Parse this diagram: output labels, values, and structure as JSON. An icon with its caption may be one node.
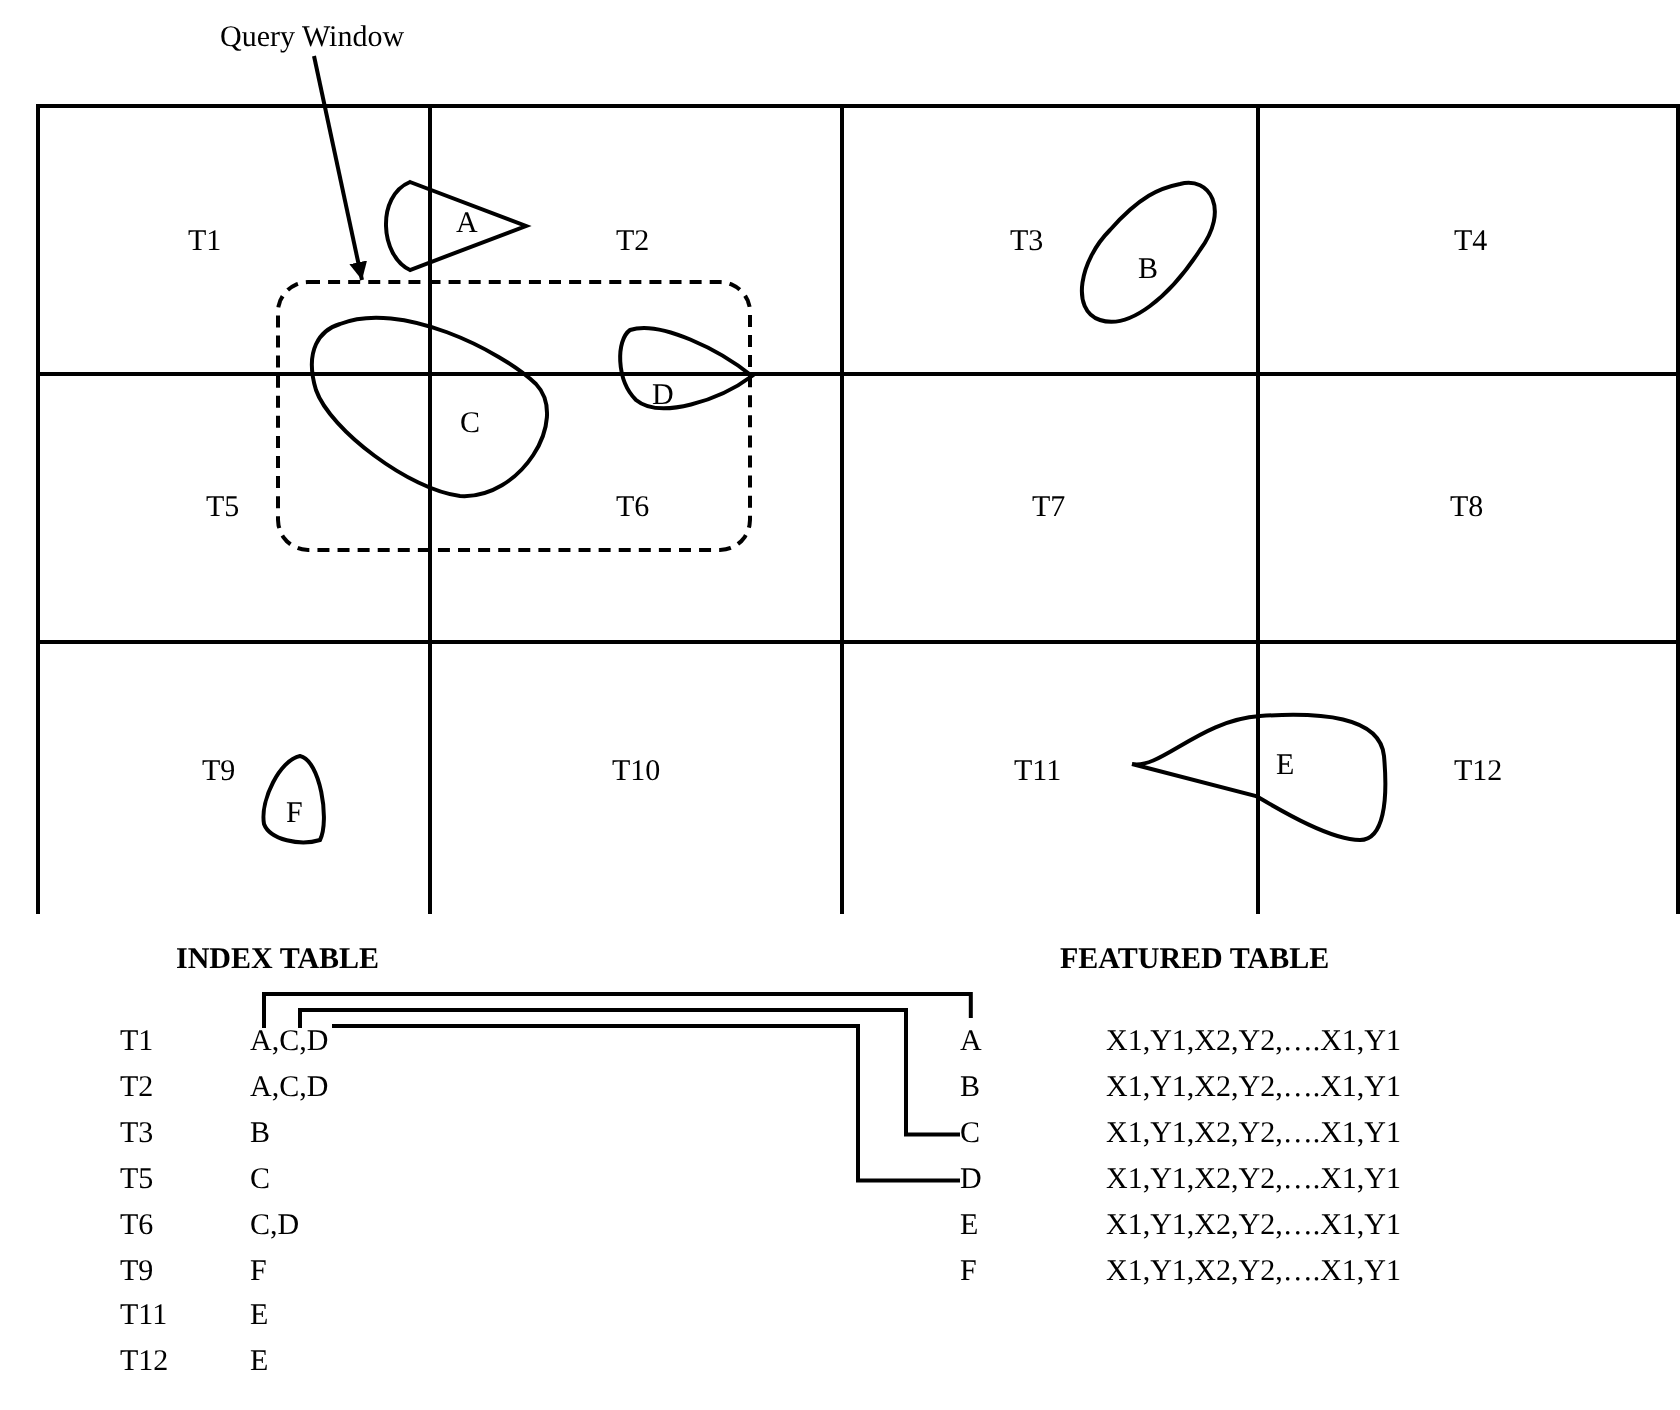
{
  "diagram": {
    "nodes": [
      {
        "text": [
          "Query Window"
        ]
      },
      {
        "text": [
          "T1"
        ]
      },
      {
        "text": [
          "T2"
        ]
      },
      {
        "text": [
          "T3"
        ]
      },
      {
        "text": [
          "T4"
        ]
      },
      {
        "text": [
          "T5"
        ]
      },
      {
        "text": [
          "T6"
        ]
      },
      {
        "text": [
          "T7"
        ]
      },
      {
        "text": [
          "T8"
        ]
      },
      {
        "text": [
          "T9"
        ]
      },
      {
        "text": [
          "T10"
        ]
      },
      {
        "text": [
          "T11"
        ]
      },
      {
        "text": [
          "T12"
        ]
      },
      {
        "text": [],
        "shape": "box"
      },
      {
        "text": [
          "A"
        ]
      },
      {
        "text": [
          "B"
        ],
        "in": 3
      },
      {
        "text": [
          "C"
        ],
        "in": 13
      },
      {
        "text": [
          "D"
        ],
        "in": 13
      },
      {
        "text": [
          "E"
        ]
      },
      {
        "text": [
          "F"
        ],
        "in": 9
      },
      {
        "text": [
          "A,C,D"
        ]
      },
      {
        "text": [
          "A"
        ]
      },
      {
        "text": [
          "C"
        ]
      },
      {
        "text": [
          "D"
        ]
      }
    ],
    "edges": [
      {
        "from": 0,
        "to": 13,
        "arrow": "to"
      },
      {
        "from": 20,
        "to": 21,
        "arrow": "none"
      },
      {
        "from": 20,
        "to": 22,
        "arrow": "none"
      },
      {
        "from": 20,
        "to": 23,
        "arrow": "none"
      }
    ],
    "labels": [
      "INDEX TABLE",
      "FEATURED TABLE",
      "T1",
      "X1,Y1,X2,Y2,….X1,Y1",
      "T2",
      "A,C,D",
      "B",
      "X1,Y1,X2,Y2,….X1,Y1",
      "T3",
      "B",
      "X1,Y1,X2,Y2,….X1,Y1",
      "T5",
      "C",
      "X1,Y1,X2,Y2,….X1,Y1",
      "T6",
      "C,D",
      "E",
      "X1,Y1,X2,Y2,….X1,Y1",
      "T9",
      "F",
      "F",
      "X1,Y1,X2,Y2,….X1,Y1",
      "T11",
      "E",
      "T12",
      "E"
    ]
  }
}
